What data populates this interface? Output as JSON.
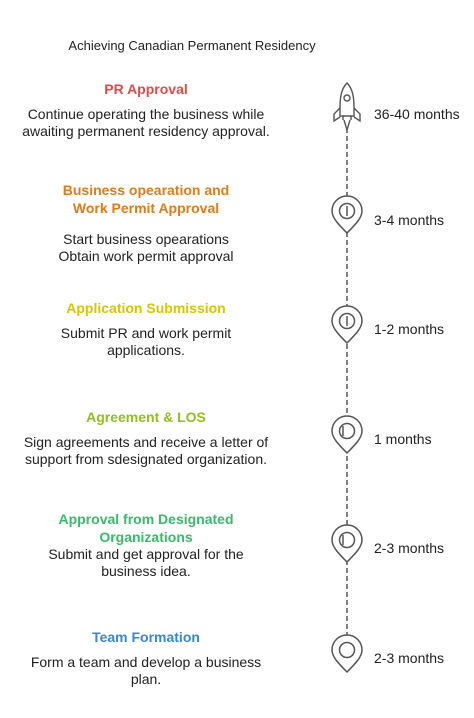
{
  "title": "Achieving Canadian Permanent Residency",
  "colors": {
    "pr_approval": "#e04a4a",
    "business_operation": "#e07b1a",
    "application_submission": "#d8c400",
    "agreement": "#8fbf25",
    "designated_approval": "#3bb86a",
    "team_formation": "#3a86d0",
    "timeline": "#555555"
  },
  "steps": [
    {
      "heading": "PR Approval",
      "description": "Continue operating the business while awaiting permanent residency approval.",
      "duration": "36-40 months",
      "icon": "rocket-icon"
    },
    {
      "heading": "Business opearation and Work Permit Approval",
      "description": "Start business opearations Obtain work permit approval",
      "duration": "3-4 months",
      "icon": "map-pin-icon"
    },
    {
      "heading": "Application Submission",
      "description": "Submit PR and work permit applications.",
      "duration": "1-2 months",
      "icon": "map-pin-icon"
    },
    {
      "heading": "Agreement & LOS",
      "description": "Sign agreements and receive a letter of support from sdesignated organization.",
      "duration": "1 months",
      "icon": "map-pin-icon"
    },
    {
      "heading": "Approval from Designated Organizations",
      "description": "Submit and get approval for the business idea.",
      "duration": "2-3 months",
      "icon": "map-pin-icon"
    },
    {
      "heading": "Team Formation",
      "description": "Form a team and develop a business plan.",
      "duration": "2-3 months",
      "icon": "map-pin-icon"
    }
  ]
}
